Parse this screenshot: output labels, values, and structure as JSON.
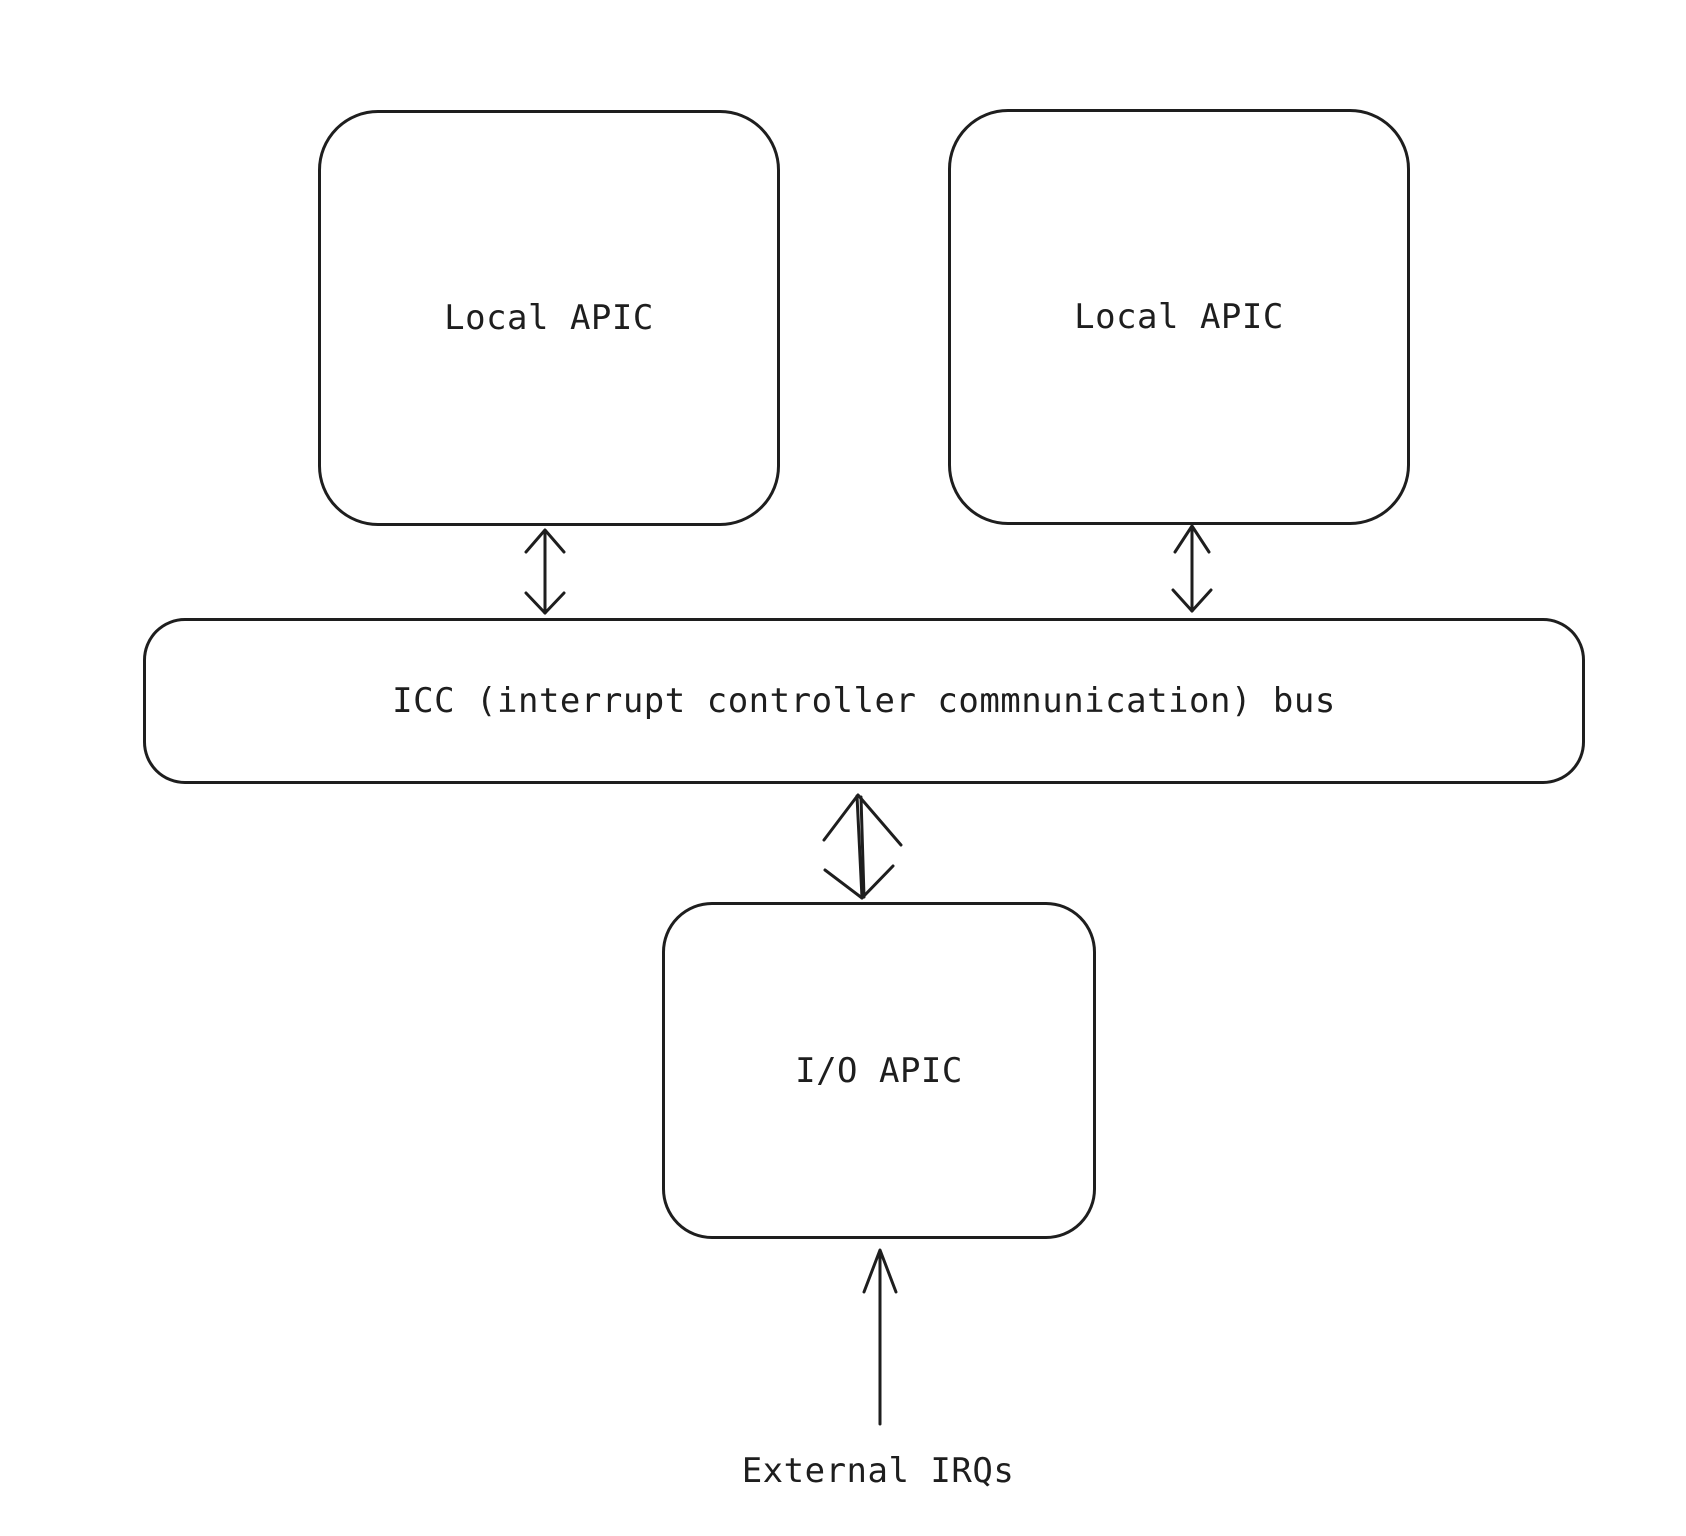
{
  "diagram": {
    "nodes": {
      "local_apic_left": "Local APIC",
      "local_apic_right": "Local APIC",
      "icc_bus": "ICC (interrupt controller commnunication) bus",
      "io_apic": "I/O APIC"
    },
    "external_input": "External IRQs",
    "edges": [
      {
        "from": "local_apic_left",
        "to": "icc_bus",
        "direction": "bidirectional"
      },
      {
        "from": "local_apic_right",
        "to": "icc_bus",
        "direction": "bidirectional"
      },
      {
        "from": "icc_bus",
        "to": "io_apic",
        "direction": "bidirectional"
      },
      {
        "from": "external_input",
        "to": "io_apic",
        "direction": "unidirectional"
      }
    ],
    "colors": {
      "stroke": "#1e1e1e",
      "background": "#ffffff"
    }
  }
}
